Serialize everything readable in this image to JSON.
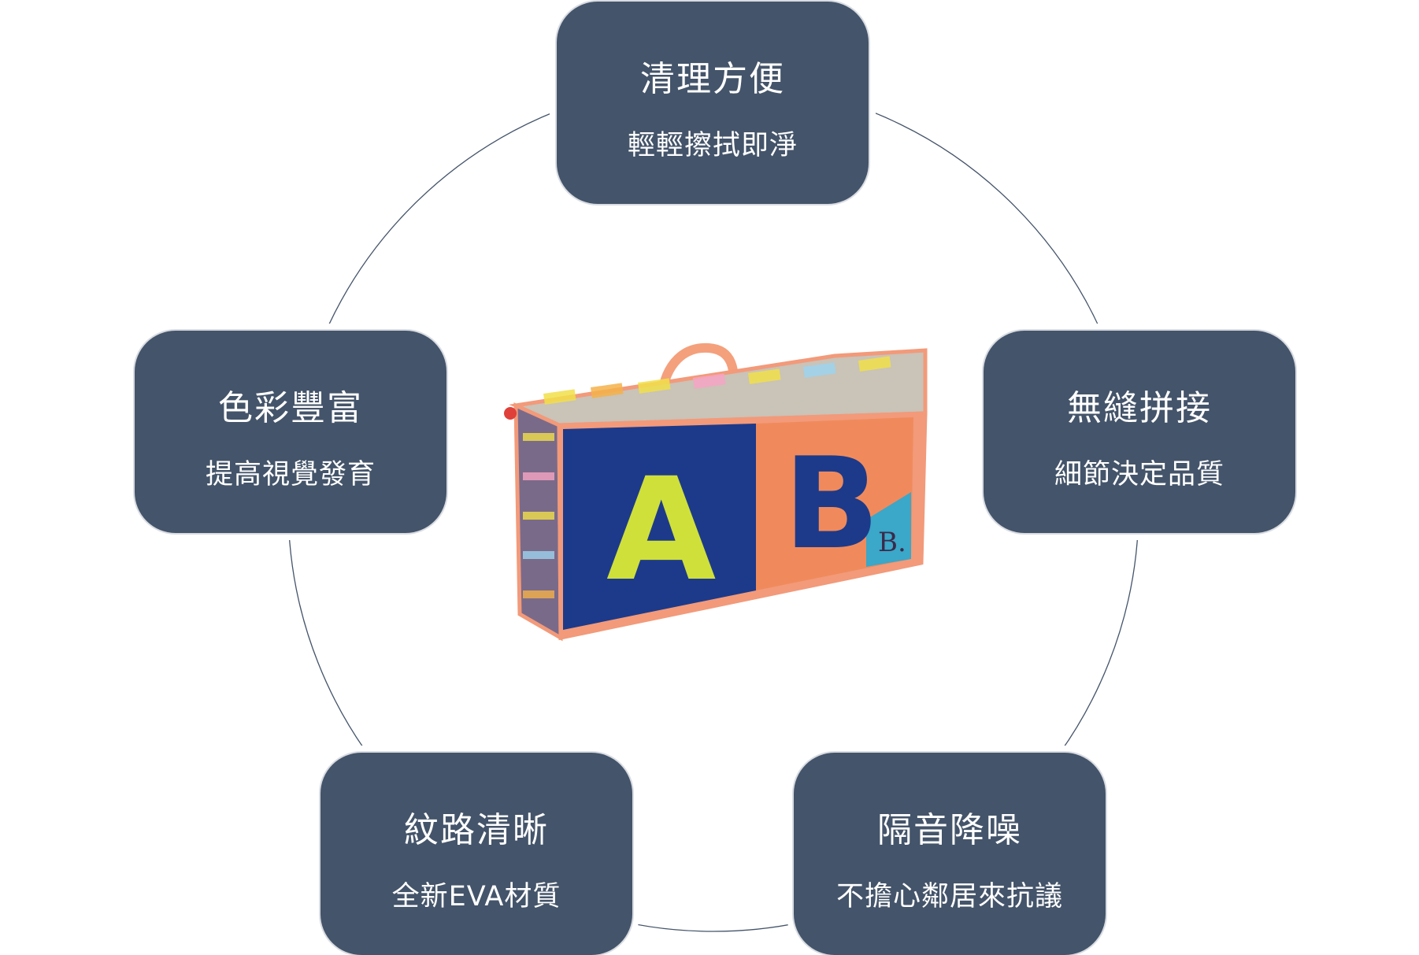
{
  "colors": {
    "node": "#44546A",
    "ring": "#44546A"
  },
  "nodes": [
    {
      "title": "清理方便",
      "subtitle": "輕輕擦拭即淨"
    },
    {
      "title": "無縫拼接",
      "subtitle": "細節決定品質"
    },
    {
      "title": "隔音降噪",
      "subtitle": "不擔心鄰居來抗議"
    },
    {
      "title": "紋路清晰",
      "subtitle": "全新EVA材質"
    },
    {
      "title": "色彩豐富",
      "subtitle": "提高視覺發育"
    }
  ],
  "product": {
    "letter_a": "A",
    "letter_b": "B",
    "brand": "B."
  }
}
